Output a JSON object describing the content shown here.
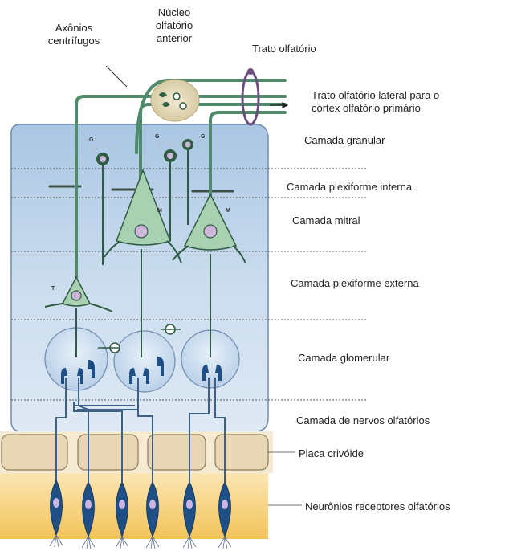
{
  "labels": {
    "centrifugal_axons": [
      "Axônios",
      "centrífugos"
    ],
    "anterior_olfactory_nucleus": [
      "Núcleo",
      "olfatório",
      "anterior"
    ],
    "olfactory_tract": "Trato olfatório",
    "lateral_olfactory_tract": [
      "Trato olfatório lateral para o",
      "córtex olfatório primário"
    ],
    "layers": {
      "granular": "Camada granular",
      "internal_plexiform": "Camada plexiforme interna",
      "mitral": "Camada mitral",
      "external_plexiform": "Camada plexiforme externa",
      "glomerular": "Camada glomerular",
      "olfactory_nerve": "Camada de nervos olfatórios",
      "cribriform_plate": "Placa crivóide",
      "receptor_neurons": "Neurônios receptores olfatórios"
    }
  },
  "cell_markers": {
    "granule": "G",
    "mitral": "M",
    "tufted": "T"
  },
  "colors": {
    "bulb_fill": "#c9dcef",
    "bulb_stroke": "#6f8cae",
    "mitral_cell": "#a9d0b0",
    "cell_outline": "#2f5d44",
    "axon": "#4f8a6a",
    "soma_nucleus": "#cdb6d9",
    "nucleus_oval": "#e6dcc0",
    "tract_ring": "#6a4f7e",
    "plate_block": "#e8d7b5",
    "epithelium": "#f6c764",
    "receptor_neuron": "#1e4f86",
    "glomerulus": "#d2e3f3"
  }
}
